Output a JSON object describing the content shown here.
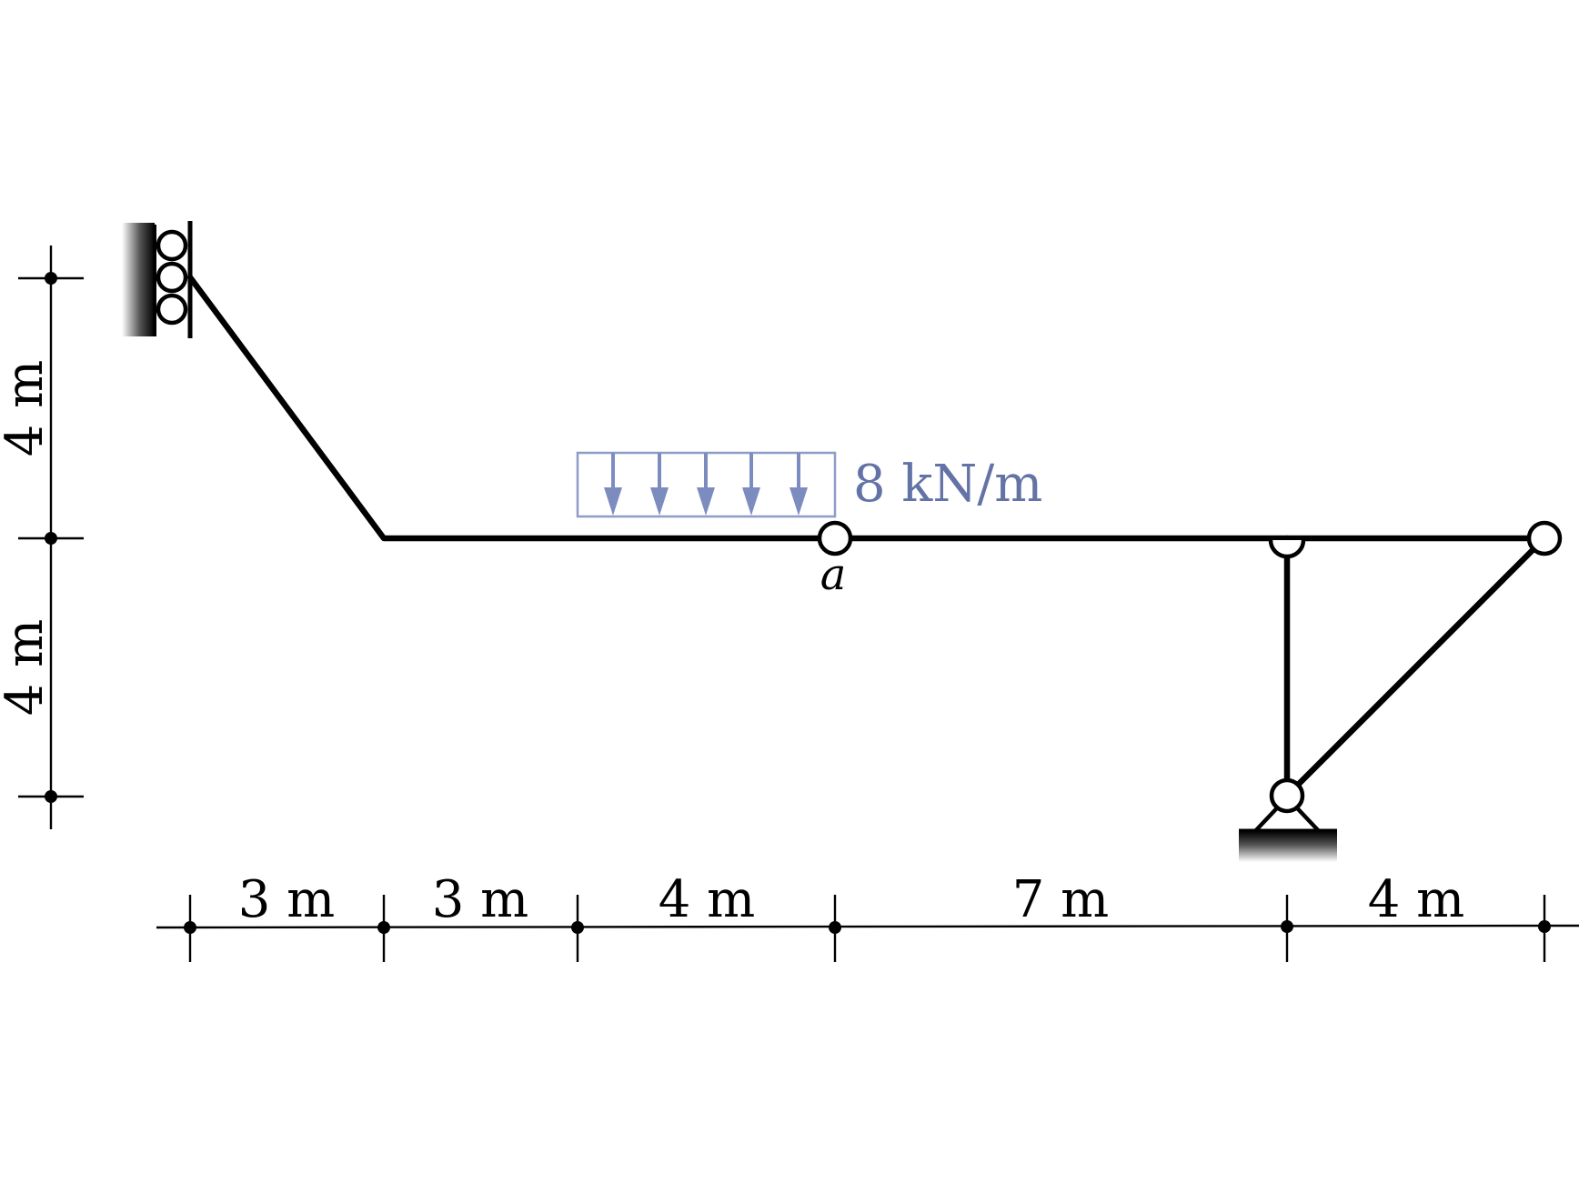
{
  "diagram": {
    "load_label": "8 kN/m",
    "node_label": "a",
    "horizontal_dimensions": [
      "3 m",
      "3 m",
      "4 m",
      "7 m",
      "4 m"
    ],
    "vertical_dimensions": [
      "4 m",
      "4 m"
    ],
    "colors": {
      "structure": "#000000",
      "load": "#7d8cbf",
      "load_text": "#6473a6"
    }
  }
}
